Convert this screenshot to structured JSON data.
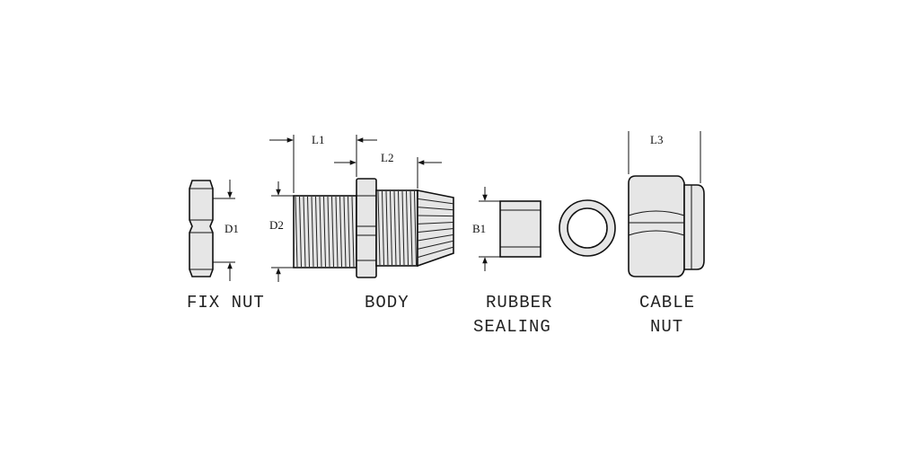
{
  "dimension_labels": {
    "d1": "D1",
    "d2": "D2",
    "l1": "L1",
    "l2": "L2",
    "b1": "B1",
    "l3": "L3"
  },
  "captions": {
    "fix_nut": "FIX NUT",
    "body": "BODY",
    "rubber_sealing_line1": "RUBBER",
    "rubber_sealing_line2": "SEALING",
    "cable_nut_line1": "CABLE",
    "cable_nut_line2": "NUT"
  },
  "colors": {
    "line": "#111111",
    "fill": "#e6e6e6",
    "background": "#ffffff"
  }
}
